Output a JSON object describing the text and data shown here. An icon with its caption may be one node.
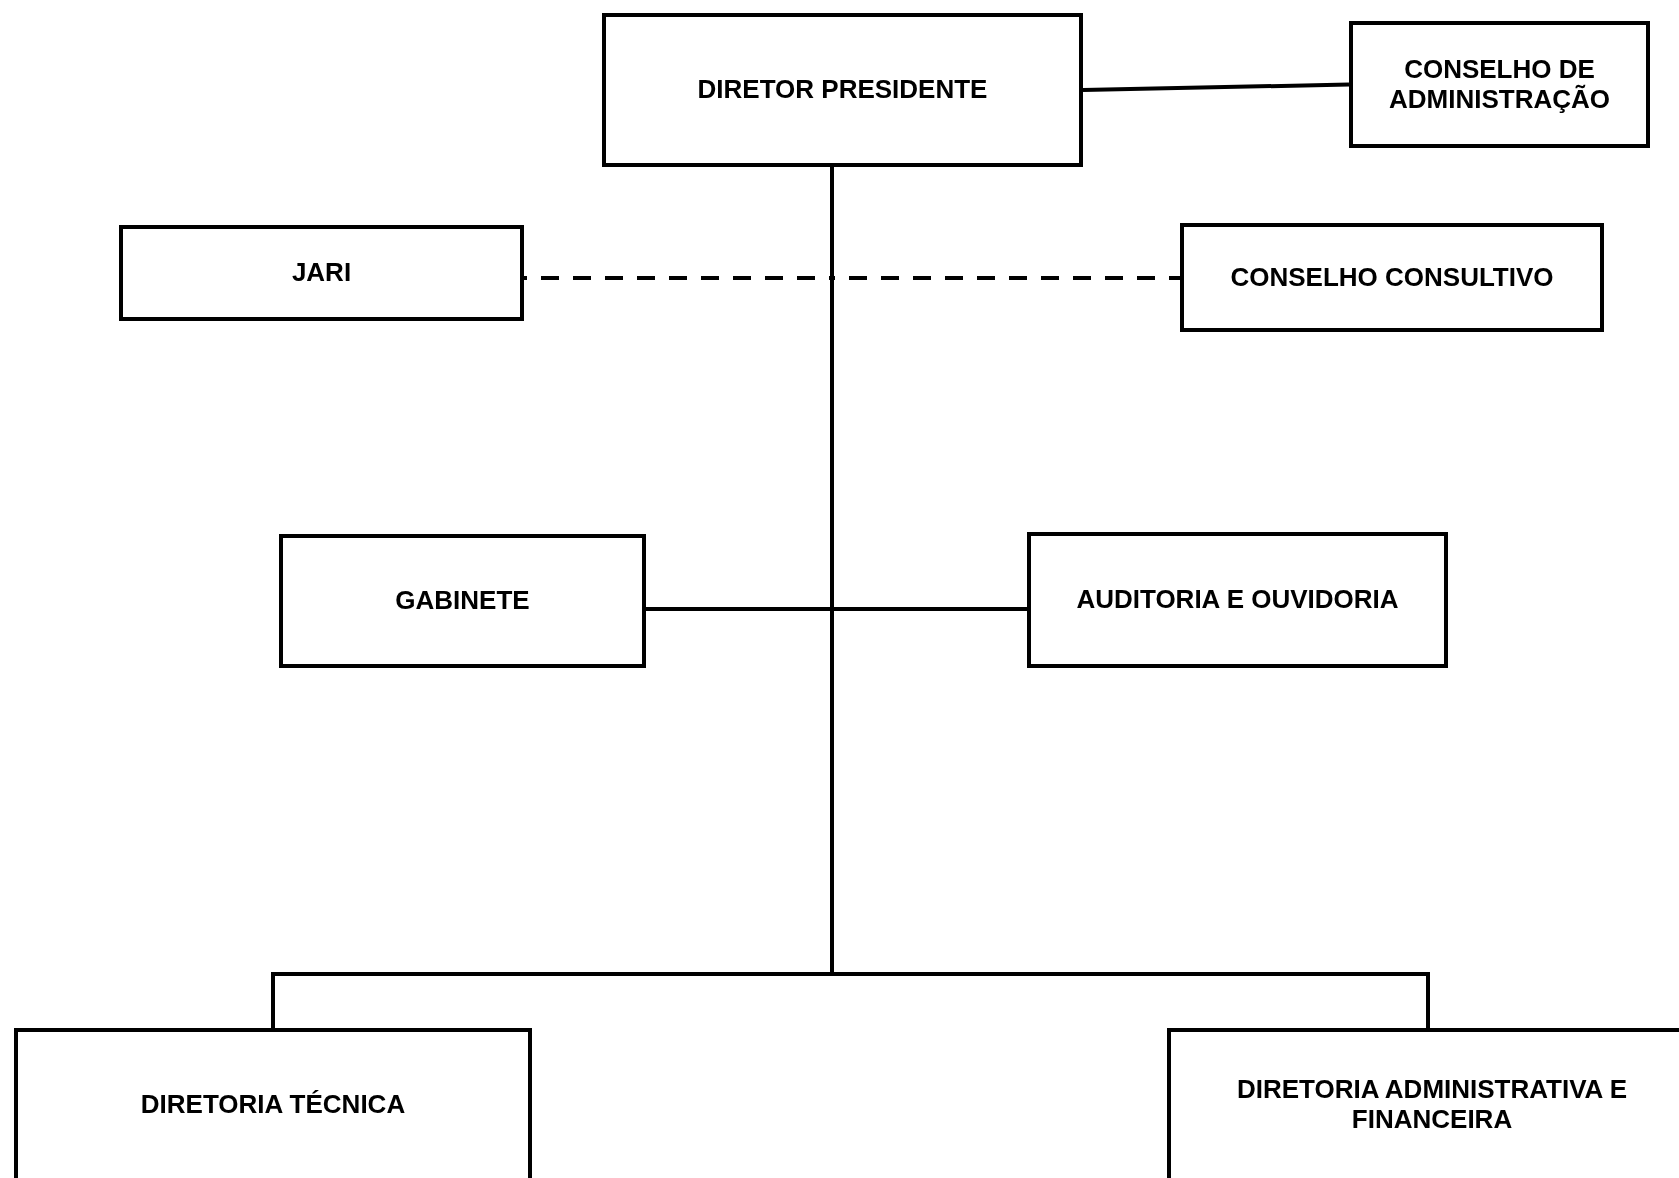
{
  "diagram": {
    "nodes": [
      {
        "text": [
          "DIRETOR PRESIDENTE"
        ]
      },
      {
        "text": [
          "CONSELHO DE ADMINISTRAÇÃO"
        ]
      },
      {
        "text": [
          "JARI"
        ]
      },
      {
        "text": [
          "CONSELHO CONSULTIVO"
        ]
      },
      {
        "text": [
          "GABINETE"
        ]
      },
      {
        "text": [
          "AUDITORIA E OUVIDORIA"
        ]
      },
      {
        "text": [
          "DIRETORIA TÉCNICA"
        ]
      },
      {
        "text": [
          "DIRETORIA ADMINISTRATIVA E FINANCEIRA"
        ]
      }
    ],
    "edges": [
      {
        "from": 0,
        "to": 1,
        "arrow": "none"
      },
      {
        "from": 0,
        "to": 2,
        "arrow": "none",
        "style": "dashed"
      },
      {
        "from": 0,
        "to": 3,
        "arrow": "none",
        "style": "dashed"
      },
      {
        "from": 0,
        "to": 4,
        "arrow": "none"
      },
      {
        "from": 0,
        "to": 5,
        "arrow": "none"
      },
      {
        "from": 0,
        "to": 6,
        "arrow": "none"
      },
      {
        "from": 0,
        "to": 7,
        "arrow": "none"
      }
    ]
  }
}
